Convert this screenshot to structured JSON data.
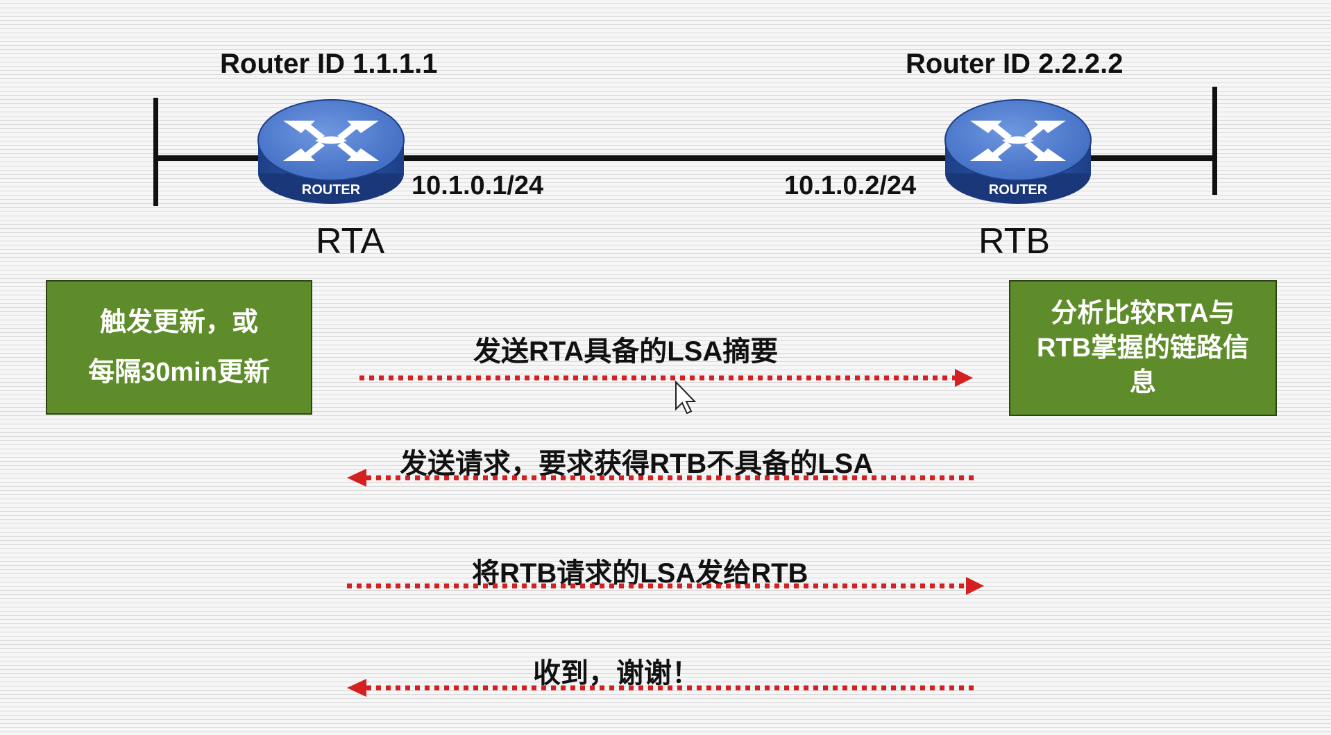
{
  "routers": {
    "rta": {
      "router_id": "Router ID 1.1.1.1",
      "name": "RTA",
      "ip": "10.1.0.1/24",
      "icon_label": "ROUTER"
    },
    "rtb": {
      "router_id": "Router ID 2.2.2.2",
      "name": "RTB",
      "ip": "10.1.0.2/24",
      "icon_label": "ROUTER"
    }
  },
  "boxes": {
    "rta_trigger": [
      "触发更新，或",
      "每隔30min更新"
    ],
    "rtb_analysis": [
      "分析比较RTA与",
      "RTB掌握的链路信",
      "息"
    ]
  },
  "messages": [
    {
      "text": "发送RTA具备的LSA摘要",
      "direction": "right"
    },
    {
      "text": "发送请求，要求获得RTB不具备的LSA",
      "direction": "left"
    },
    {
      "text": "将RTB请求的LSA发给RTB",
      "direction": "right"
    },
    {
      "text": "收到，谢谢！",
      "direction": "left"
    }
  ],
  "colors": {
    "green_box": "#5f8c2a",
    "arrow_red": "#d42020",
    "router_blue": "#2f5fb3"
  }
}
